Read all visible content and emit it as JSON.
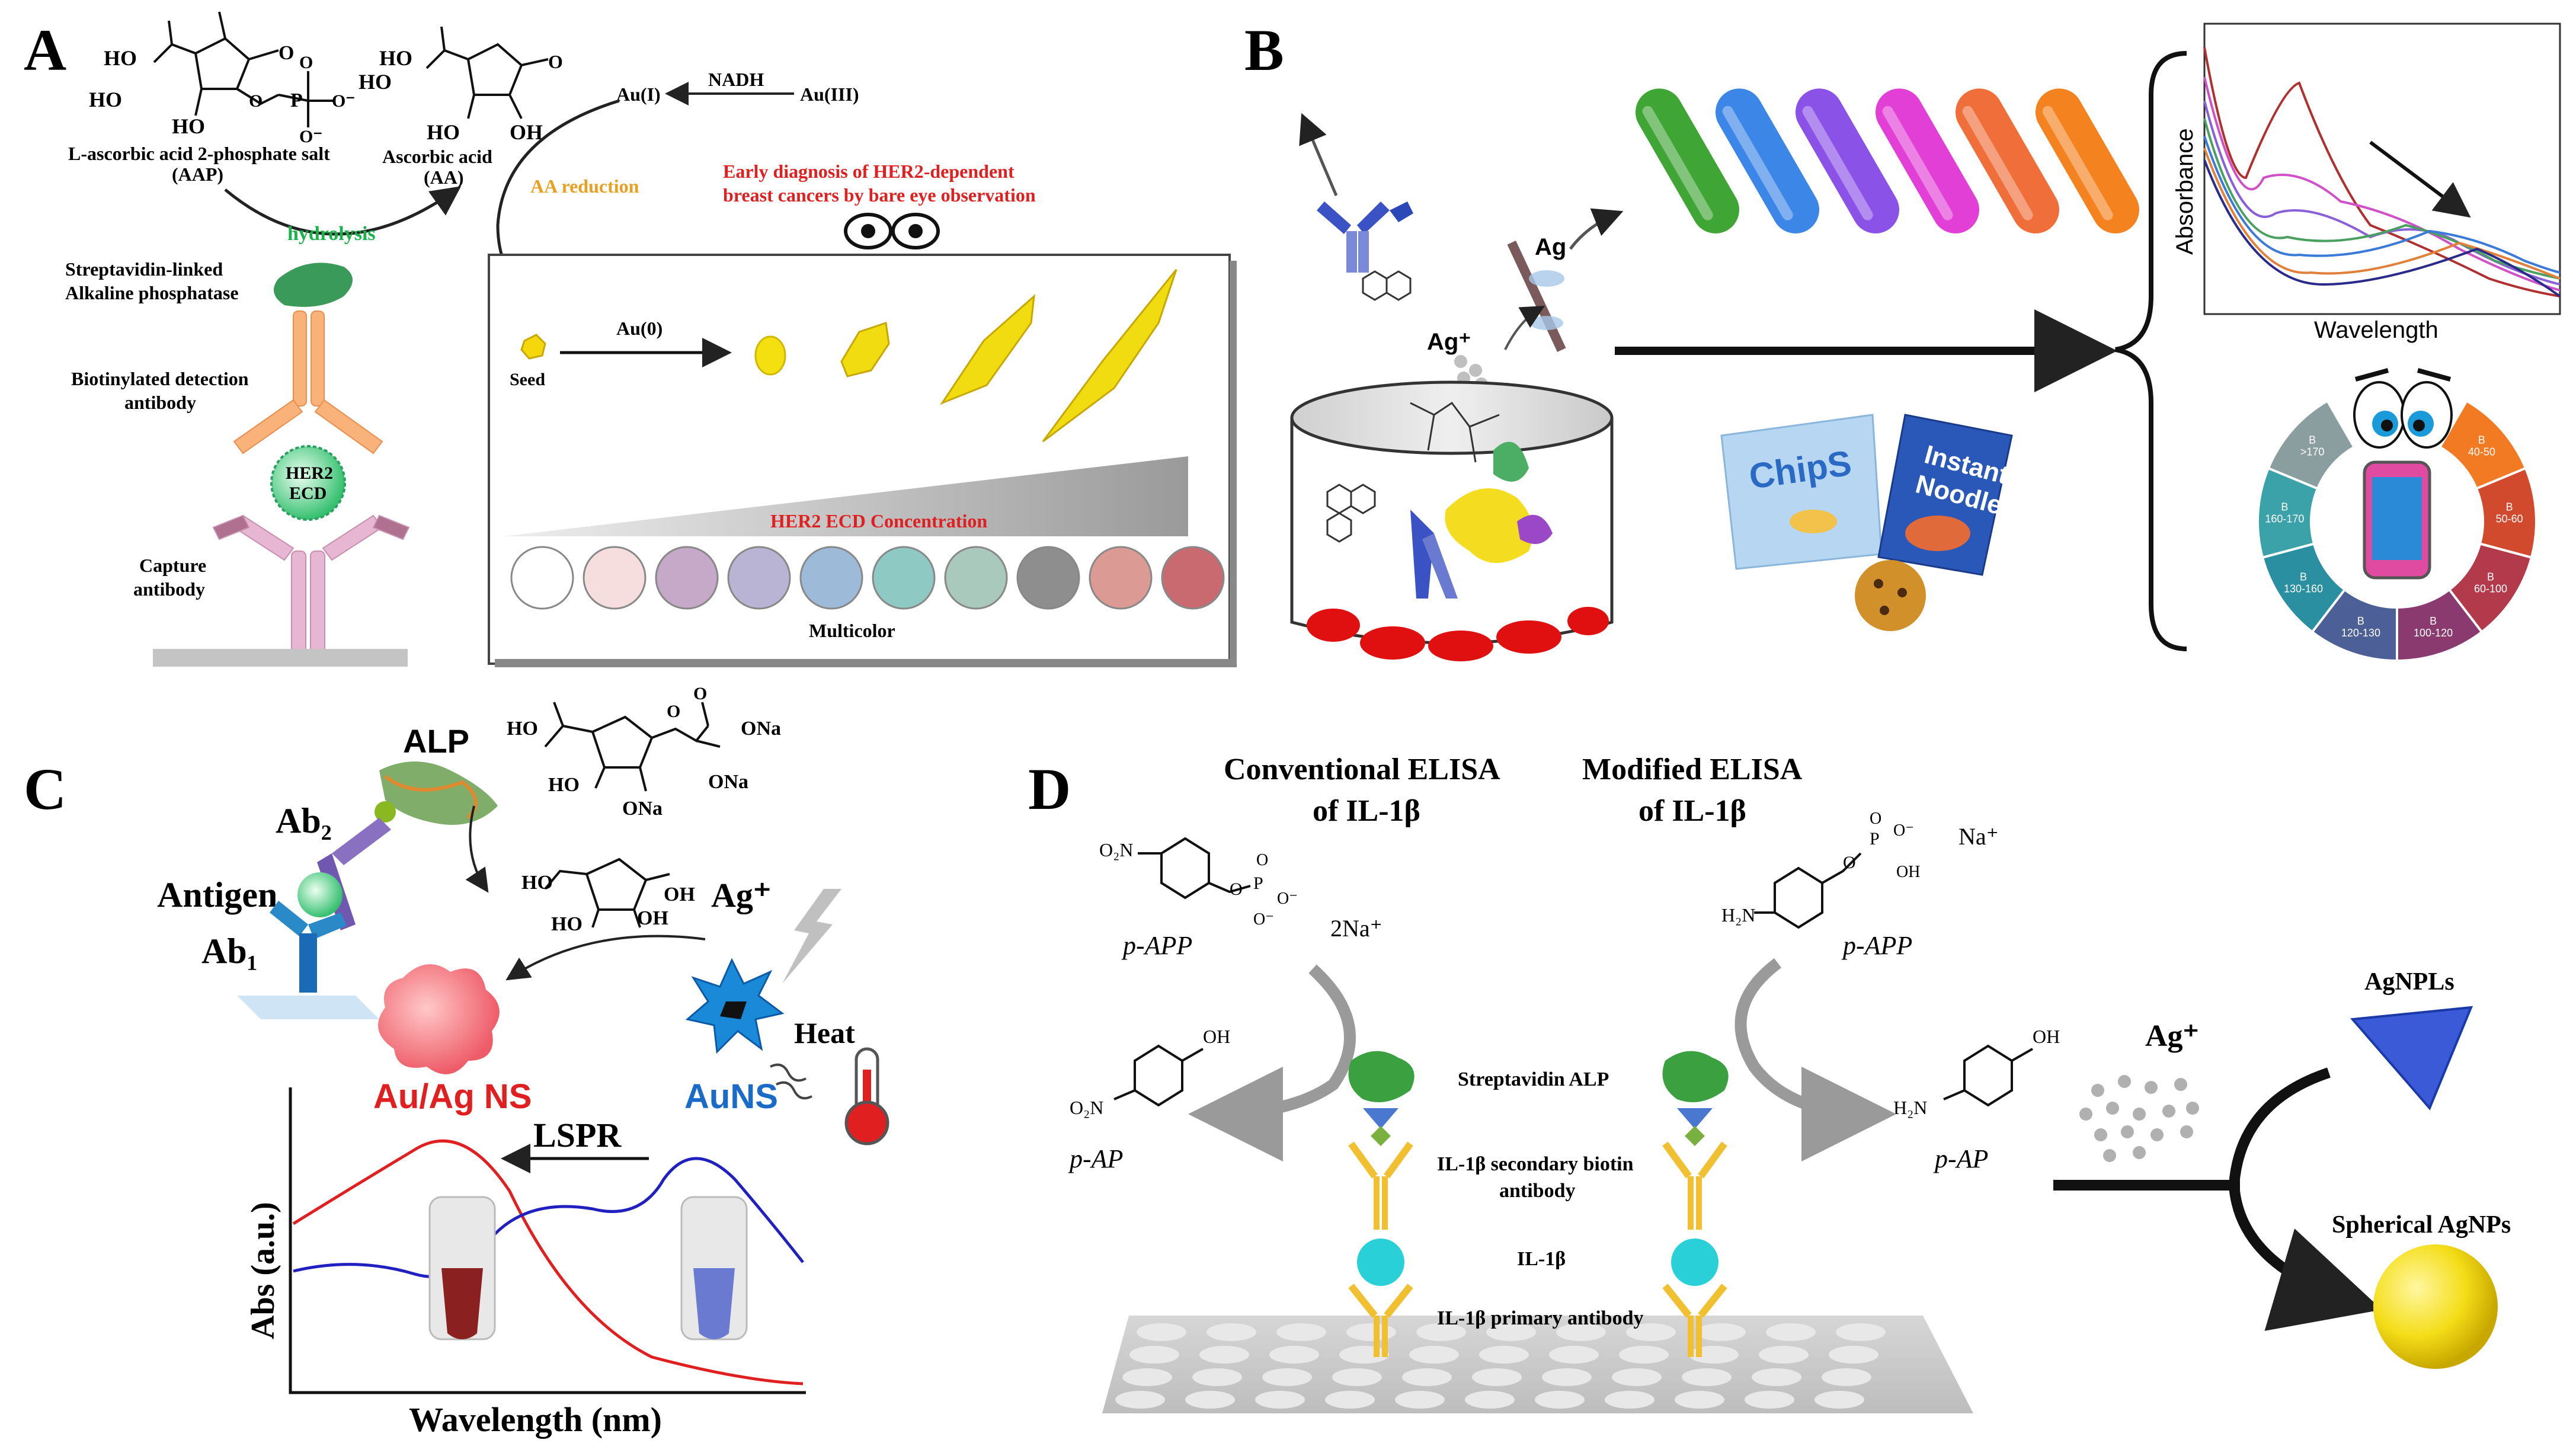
{
  "panel_A": {
    "letter": "A",
    "aap_label_1": "L-ascorbic acid 2-phosphate salt",
    "aap_label_2": "(AAP)",
    "aa_label_1": "Ascorbic acid",
    "aa_label_2": "(AA)",
    "hydrolysis": "hydrolysis",
    "au1": "Au(I)",
    "au3": "Au(III)",
    "nadh": "NADH",
    "aa_reduction": "AA reduction",
    "early_1": "Early diagnosis of HER2-dependent",
    "early_2": "breast cancers by bare eye observation",
    "strep_1": "Streptavidin-linked",
    "strep_2": "Alkaline phosphatase",
    "biotin_1": "Biotinylated detection",
    "biotin_2": "antibody",
    "her2_1": "HER2",
    "her2_2": "ECD",
    "capture_1": "Capture",
    "capture_2": "antibody",
    "seed": "Seed",
    "au0": "Au(0)",
    "conc": "HER2 ECD Concentration",
    "multicolor": "Multicolor",
    "swatches": [
      "#ffffff",
      "#f6dede",
      "#c6a8c8",
      "#b9b3d4",
      "#9dbbd8",
      "#8ec9c3",
      "#a9c9bc",
      "#8e8e8e",
      "#dc9a94",
      "#c96a70"
    ]
  },
  "panel_B": {
    "letter": "B",
    "ag": "Ag",
    "ag_plus": "Ag⁺",
    "absorbance": "Absorbance",
    "wavelength": "Wavelength",
    "chips": "ChipS",
    "noodles_1": "Instant",
    "noodles_2": "Noodles",
    "rods": [
      "#3fa535",
      "#3c86e8",
      "#8b52e8",
      "#e23fd6",
      "#f06e3a",
      "#f4821f"
    ],
    "wheel": [
      {
        "label": "B\n40-50",
        "color": "#f27a22"
      },
      {
        "label": "B\n50-60",
        "color": "#d24a2e"
      },
      {
        "label": "B\n60-100",
        "color": "#b23a4a"
      },
      {
        "label": "B\n100-120",
        "color": "#8a3a6e"
      },
      {
        "label": "B\n120-130",
        "color": "#4c5f96"
      },
      {
        "label": "B\n130-160",
        "color": "#2a8fa0"
      },
      {
        "label": "B\n160-170",
        "color": "#3aa2a8"
      },
      {
        "label": "B\n>170",
        "color": "#8a9ea0"
      }
    ]
  },
  "panel_C": {
    "letter": "C",
    "alp": "ALP",
    "ab2": "Ab₂",
    "antigen": "Antigen",
    "ab1": "Ab₁",
    "ag_plus": "Ag⁺",
    "heat": "Heat",
    "auag": "Au/Ag NS",
    "auns": "AuNS",
    "lspr": "LSPR",
    "ylabel": "Abs (a.u.)",
    "xlabel": "Wavelength (nm)",
    "ona": "ONa"
  },
  "panel_D": {
    "letter": "D",
    "conv_1": "Conventional ELISA",
    "conv_2": "of IL-1β",
    "mod_1": "Modified ELISA",
    "mod_2": "of IL-1β",
    "papp": "p-APP",
    "pap": "p-AP",
    "two_na": "2Na⁺",
    "na": "Na⁺",
    "strep_alp": "Streptavidin ALP",
    "secondary_1": "IL-1β secondary biotin",
    "secondary_2": "antibody",
    "il1b": "IL-1β",
    "primary": "IL-1β primary antibody",
    "ag_plus": "Ag⁺",
    "agnpls": "AgNPLs",
    "spherical": "Spherical AgNPs"
  }
}
